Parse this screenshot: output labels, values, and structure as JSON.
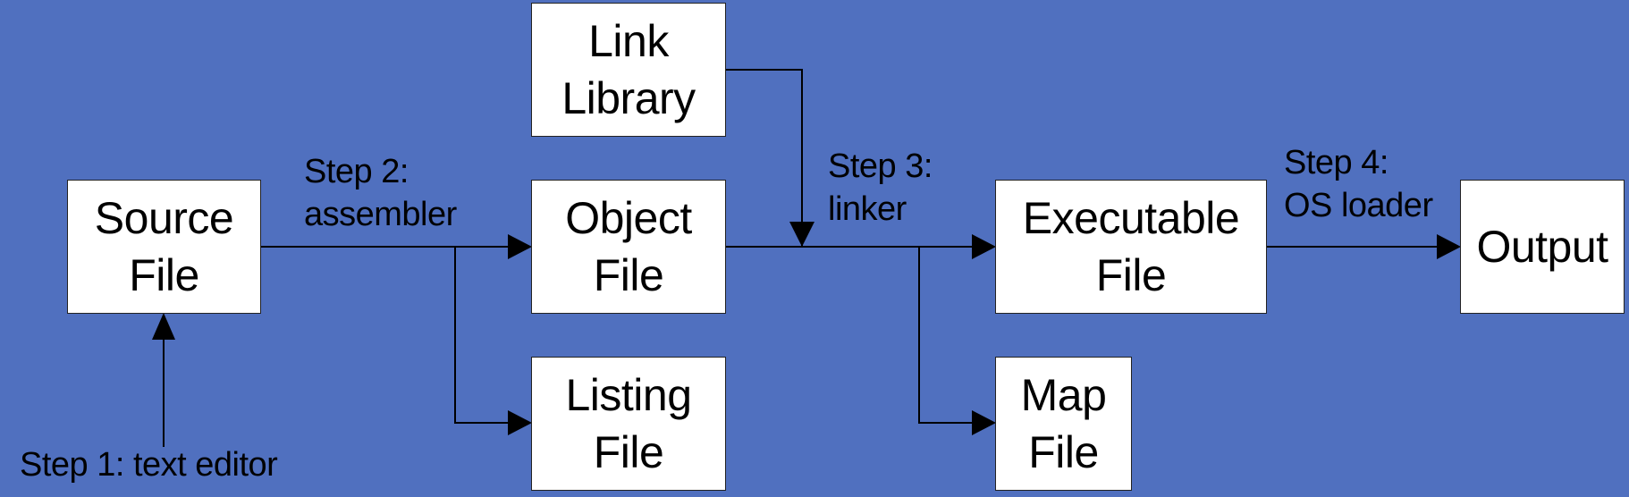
{
  "colors": {
    "background": "#5070BF",
    "box_fill": "#FFFFFF",
    "line": "#000000"
  },
  "boxes": {
    "source_file": "Source\nFile",
    "link_library": "Link\nLibrary",
    "object_file": "Object\nFile",
    "listing_file": "Listing\nFile",
    "executable_file": "Executable\nFile",
    "map_file": "Map\nFile",
    "output": "Output"
  },
  "steps": {
    "step1": "Step 1: text editor",
    "step2": "Step 2:\nassembler",
    "step3": "Step 3:\nlinker",
    "step4": "Step 4:\nOS loader"
  }
}
